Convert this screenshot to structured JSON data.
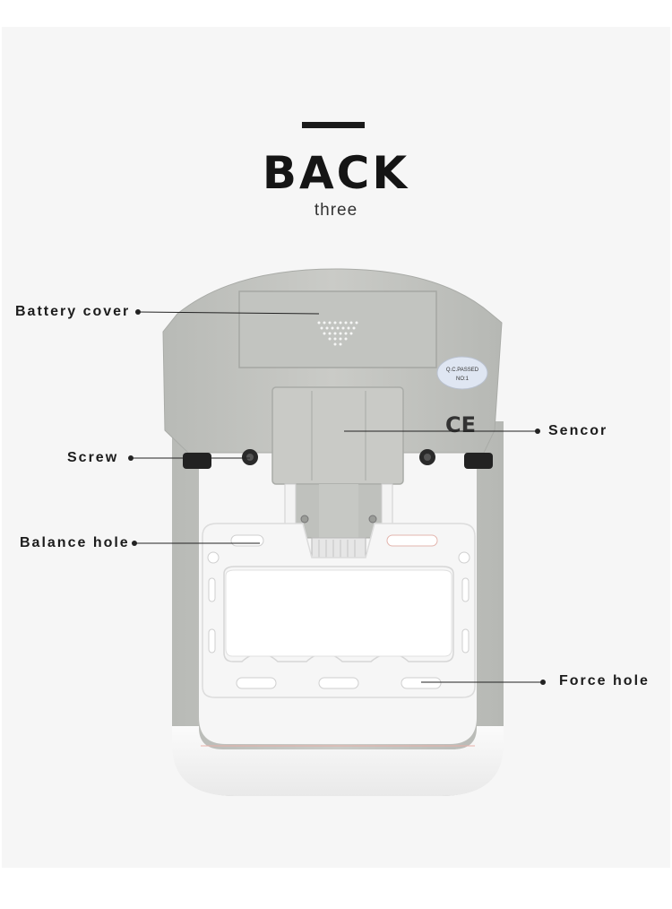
{
  "header": {
    "title": "BACK",
    "subtitle": "three"
  },
  "device": {
    "qc_sticker_line1": "Q.C.PASSED",
    "qc_sticker_line2": "NO:1",
    "ce_mark": "CE"
  },
  "callouts": {
    "battery_cover": "Battery cover",
    "sensor": "Sencor",
    "screw": "Screw",
    "balance_hole": "Balance hole",
    "force_hole": "Force hole"
  },
  "colors": {
    "body_gray": "#c4c6c2",
    "handle_white": "#f8f8f8",
    "text": "#1c1c1c"
  }
}
